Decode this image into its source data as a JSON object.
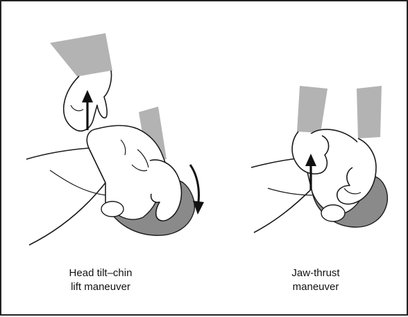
{
  "panels": [
    {
      "id": "head-tilt-chin-lift",
      "caption_line1": "Head tilt–chin",
      "caption_line2": "lift maneuver"
    },
    {
      "id": "jaw-thrust",
      "caption_line1": "Jaw-thrust",
      "caption_line2": "maneuver"
    }
  ],
  "colors": {
    "frame": "#222222",
    "line": "#1a1a1a",
    "hair": "#8a8a8a",
    "sleeve": "#b3b3b3",
    "background": "#ffffff"
  }
}
